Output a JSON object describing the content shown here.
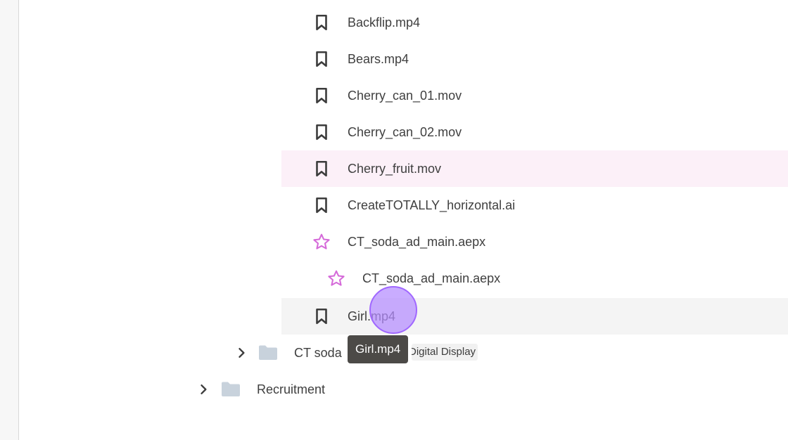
{
  "colors": {
    "accent_star": "#d56ad9",
    "hover_row": "#fcf0f8",
    "selected_row": "#f4f4f4",
    "tooltip_bg": "#4c4a47",
    "folder_gray": "#c8d2dc"
  },
  "files": [
    {
      "name": "Backflip.mp4",
      "icon": "bookmark-icon"
    },
    {
      "name": "Bears.mp4",
      "icon": "bookmark-icon"
    },
    {
      "name": "Cherry_can_01.mov",
      "icon": "bookmark-icon"
    },
    {
      "name": "Cherry_can_02.mov",
      "icon": "bookmark-icon"
    },
    {
      "name": "Cherry_fruit.mov",
      "icon": "bookmark-icon"
    },
    {
      "name": "CreateTOTALLY_horizontal.ai",
      "icon": "bookmark-icon"
    },
    {
      "name": "CT_soda_ad_main.aepx",
      "icon": "star-icon"
    },
    {
      "name": "CT_soda_ad_main.aepx",
      "icon": "star-icon"
    },
    {
      "name": "Girl.mp4",
      "icon": "bookmark-icon"
    }
  ],
  "folders": [
    {
      "name": "CT soda",
      "tag": "Digital Display"
    },
    {
      "name": "Recruitment"
    }
  ],
  "tooltip": "Girl.mp4"
}
